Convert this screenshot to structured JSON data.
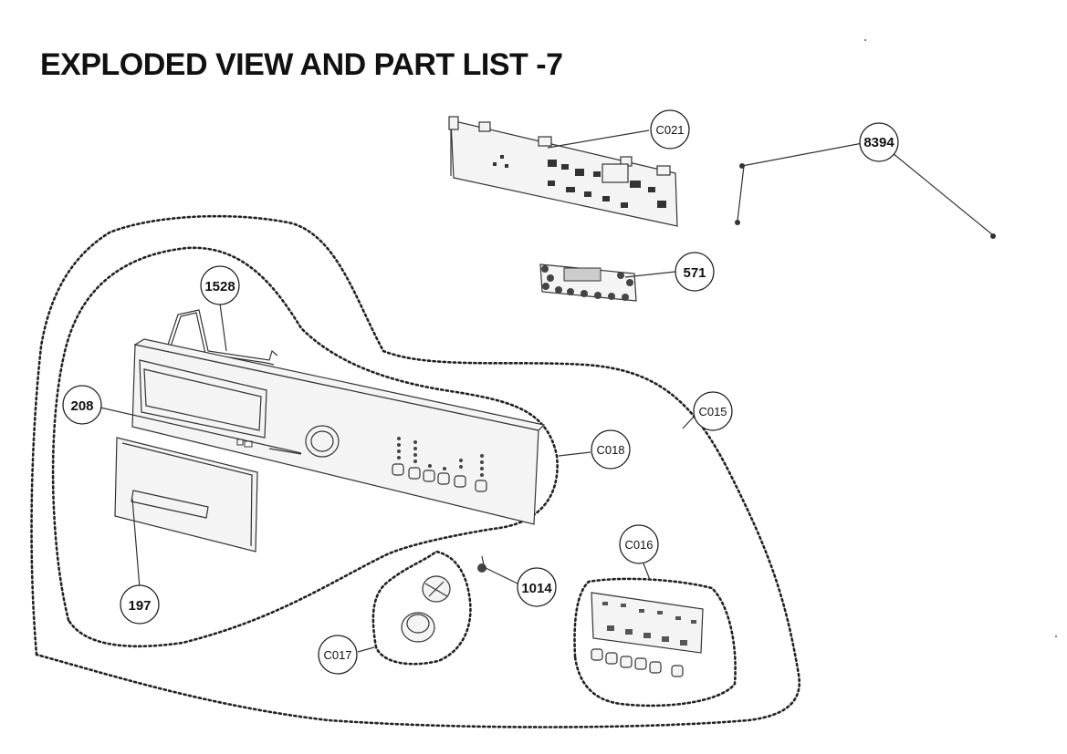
{
  "title": "EXPLODED VIEW AND PART LIST -7",
  "callouts": {
    "C021": "C021",
    "c8394": "8394",
    "c571": "571",
    "c1528": "1528",
    "c208": "208",
    "C015": "C015",
    "C018": "C018",
    "c197": "197",
    "c1014": "1014",
    "C016": "C016",
    "C017": "C017"
  }
}
